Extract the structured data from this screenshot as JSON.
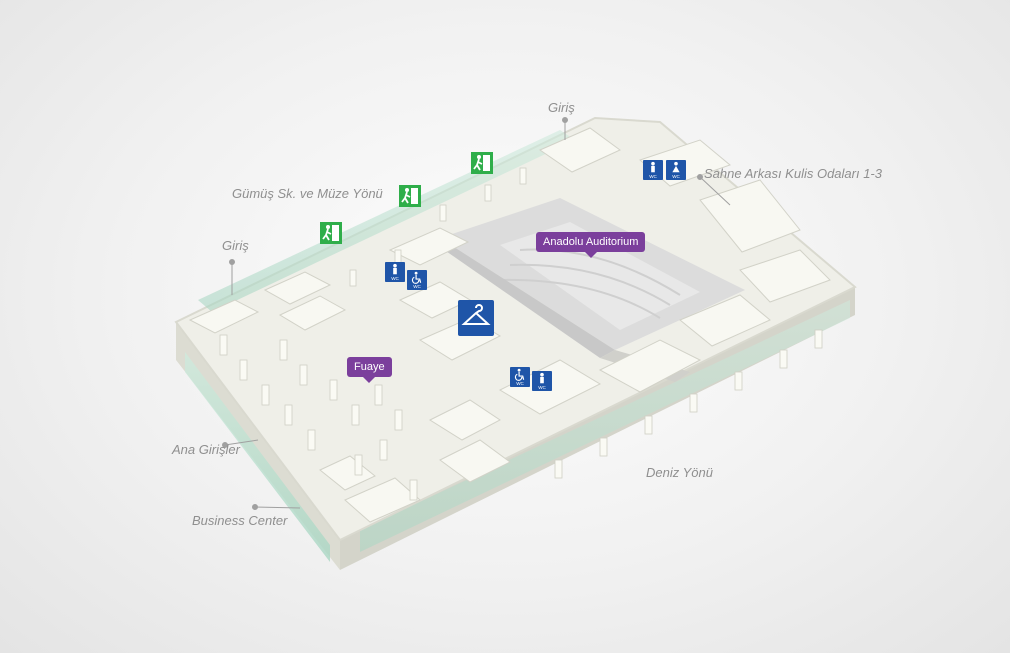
{
  "map": {
    "labels": {
      "giris_top": "Giriş",
      "giris_left": "Giriş",
      "gumus": "Gümüş Sk. ve Müze Yönü",
      "sahne": "Sahne Arkası Kulis Odaları 1-3",
      "ana_girisler": "Ana Girişler",
      "business_center": "Business Center",
      "deniz": "Deniz Yönü"
    },
    "callouts": {
      "auditorium": "Anadolu Auditorium",
      "fuaye": "Fuaye"
    },
    "icons": [
      "exit-icon",
      "wc-men-icon",
      "wc-accessible-icon",
      "cloakroom-icon"
    ],
    "colors": {
      "purple": "#7b3f9c",
      "exit_green": "#2fae4a",
      "wc_blue": "#1f55a8",
      "label_gray": "#8f8f8f"
    }
  }
}
